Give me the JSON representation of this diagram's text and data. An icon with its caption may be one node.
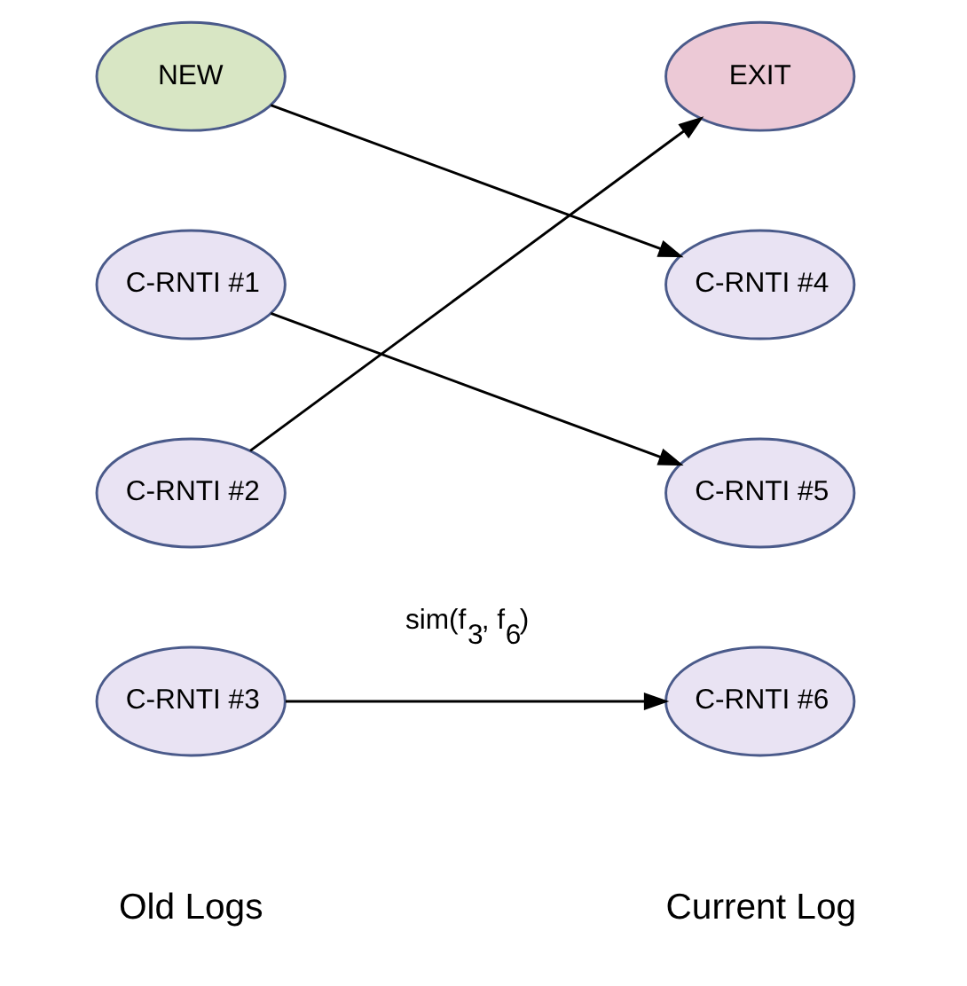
{
  "diagram": {
    "nodes": [
      {
        "text": [
          "NEW"
        ]
      },
      {
        "text": [
          "EXIT"
        ]
      },
      {
        "text": [
          "C-RNTI #1"
        ]
      },
      {
        "text": [
          "C-RNTI #4"
        ]
      },
      {
        "text": [
          "C-RNTI #2"
        ]
      },
      {
        "text": [
          "C-RNTI #5"
        ]
      },
      {
        "text": [
          "C-RNTI #3"
        ]
      },
      {
        "text": [
          "C-RNTI #6"
        ]
      }
    ],
    "edges": [
      {
        "from": 0,
        "to": 3,
        "arrow": "to"
      },
      {
        "from": 2,
        "to": 5,
        "arrow": "to"
      },
      {
        "from": 4,
        "to": 1,
        "arrow": "to"
      },
      {
        "from": 6,
        "to": 7,
        "arrow": "to",
        "label": "sim(f$_{3}$, f$_{6}$)"
      }
    ],
    "labels": [
      "Old Logs",
      "Current Log"
    ]
  }
}
